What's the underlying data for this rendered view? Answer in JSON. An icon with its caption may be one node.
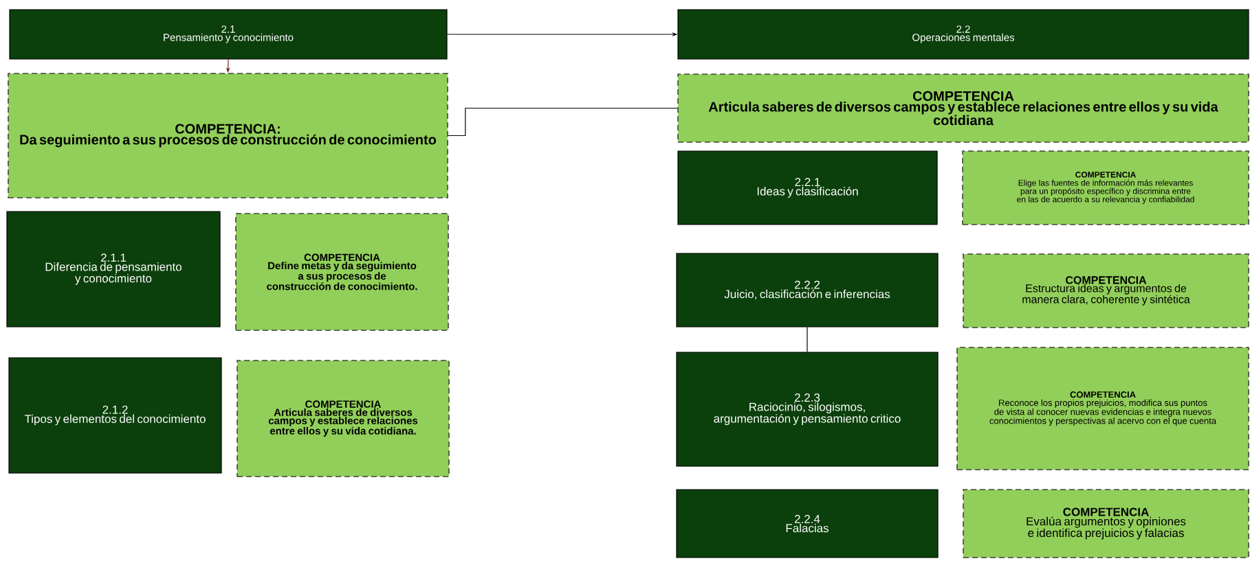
{
  "diagram": {
    "nodes": [
      {
        "text": [
          "2.1",
          "Pensamiento y conocimiento"
        ]
      },
      {
        "text": [
          "COMPETENCIA:",
          "Da seguimiento a sus procesos de construcción de conocimiento"
        ]
      },
      {
        "text": [
          "2.1.1",
          "Diferencia de pensamiento y conocimiento"
        ]
      },
      {
        "text": [
          "COMPETENCIA",
          "Define metas y da seguimiento a sus procesos de construcción de conocimiento."
        ]
      },
      {
        "text": [
          "2.1.2",
          "Tipos y elementos del conocimiento"
        ]
      },
      {
        "text": [
          "COMPETENCIA",
          "Articula saberes de diversos campos y establece relaciones entre ellos y su vida cotidiana."
        ]
      },
      {
        "text": [
          "2.2",
          "Operaciones mentales"
        ]
      },
      {
        "text": [
          "COMPETENCIA",
          "Articula saberes de diversos campos y establece relaciones entre ellos y su vida cotidiana"
        ]
      },
      {
        "text": [
          "2.2.1",
          "Ideas y clasificación"
        ]
      },
      {
        "text": [
          "COMPETENCIA",
          "Elige las fuentes de información más relevantes para un propósito específico y discrimina entre en las de acuerdo a su relevancia y confiabilidad"
        ]
      },
      {
        "text": [
          "2.2.2",
          "Juicio, clasificación e inferencias"
        ]
      },
      {
        "text": [
          "COMPETENCIA",
          "Estructura ideas y argumentos de manera clara, coherente y sintética"
        ]
      },
      {
        "text": [
          "2.2.3",
          "Raciocinio, silogismos, argumentación y pensamiento critico"
        ]
      },
      {
        "text": [
          "COMPETENCIA",
          "Reconoce los propios prejuicios, modifica sus puntos de vista al conocer nuevas evidencias e integra nuevos conocimientos y perspectivas al acervo con el que cuenta"
        ]
      },
      {
        "text": [
          "2.2.4",
          "Falacias"
        ]
      },
      {
        "text": [
          "COMPETENCIA",
          "Evalúa argumentos y opiniones e identifica prejuicios y falacias"
        ]
      }
    ],
    "edges": [
      {
        "from": 0,
        "to": 6,
        "arrow": "to"
      },
      {
        "from": 0,
        "to": 1,
        "arrow": "to",
        "color": "#7a1f1f"
      },
      {
        "from": 1,
        "to": 7,
        "arrow": "none"
      },
      {
        "from": 10,
        "to": 12,
        "arrow": "none"
      }
    ]
  }
}
